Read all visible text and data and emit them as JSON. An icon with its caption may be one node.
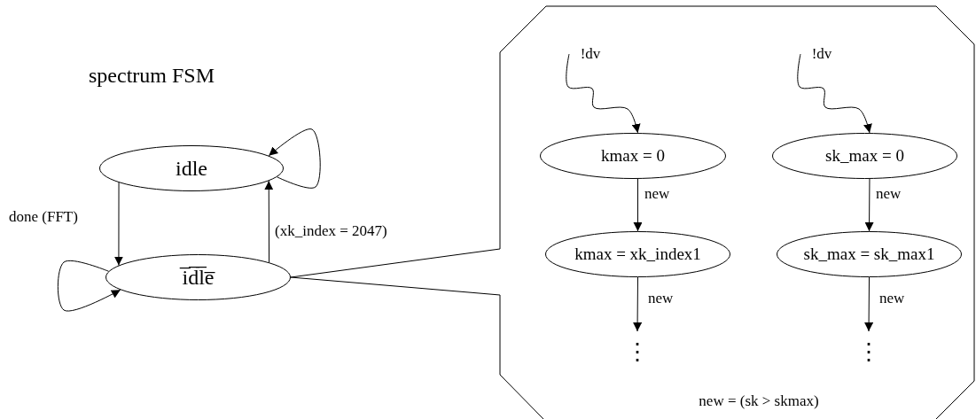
{
  "diagram": {
    "nodes": [
      {
        "text": [
          "idle"
        ]
      },
      {
        "text": [
          "i̅d̅l̅e̅"
        ]
      },
      {
        "text": [
          "new = (sk > skmax)"
        ]
      },
      {
        "text": [
          "!dv"
        ],
        "in": 2
      },
      {
        "text": [
          "kmax = 0"
        ],
        "in": 2
      },
      {
        "text": [
          "kmax = xk_index1"
        ],
        "in": 2
      },
      {
        "text": [
          "⋮"
        ],
        "in": 2
      },
      {
        "text": [
          "!dv"
        ],
        "in": 2
      },
      {
        "text": [
          "sk_max = 0"
        ],
        "in": 2
      },
      {
        "text": [
          "sk_max = sk_max1"
        ],
        "in": 2
      },
      {
        "text": [
          "⋮"
        ],
        "in": 2
      }
    ],
    "edges": [
      {
        "from": 0,
        "to": 0,
        "arrow": "to"
      },
      {
        "from": 0,
        "to": 1,
        "arrow": "to",
        "label": "done (FFT)"
      },
      {
        "from": 1,
        "to": 0,
        "arrow": "to",
        "label": "(xk_index = 2047)"
      },
      {
        "from": 1,
        "to": 1,
        "arrow": "to"
      },
      {
        "from": 1,
        "to": 2,
        "arrow": "none"
      },
      {
        "from": 1,
        "to": 2,
        "arrow": "none"
      },
      {
        "from": 3,
        "to": 4,
        "arrow": "to"
      },
      {
        "from": 4,
        "to": 5,
        "arrow": "to",
        "label": "new"
      },
      {
        "from": 5,
        "to": 6,
        "arrow": "to",
        "label": "new"
      },
      {
        "from": 7,
        "to": 8,
        "arrow": "to"
      },
      {
        "from": 8,
        "to": 9,
        "arrow": "to",
        "label": "new"
      },
      {
        "from": 9,
        "to": 10,
        "arrow": "to",
        "label": "new"
      }
    ],
    "labels": [
      "spectrum FSM"
    ]
  }
}
